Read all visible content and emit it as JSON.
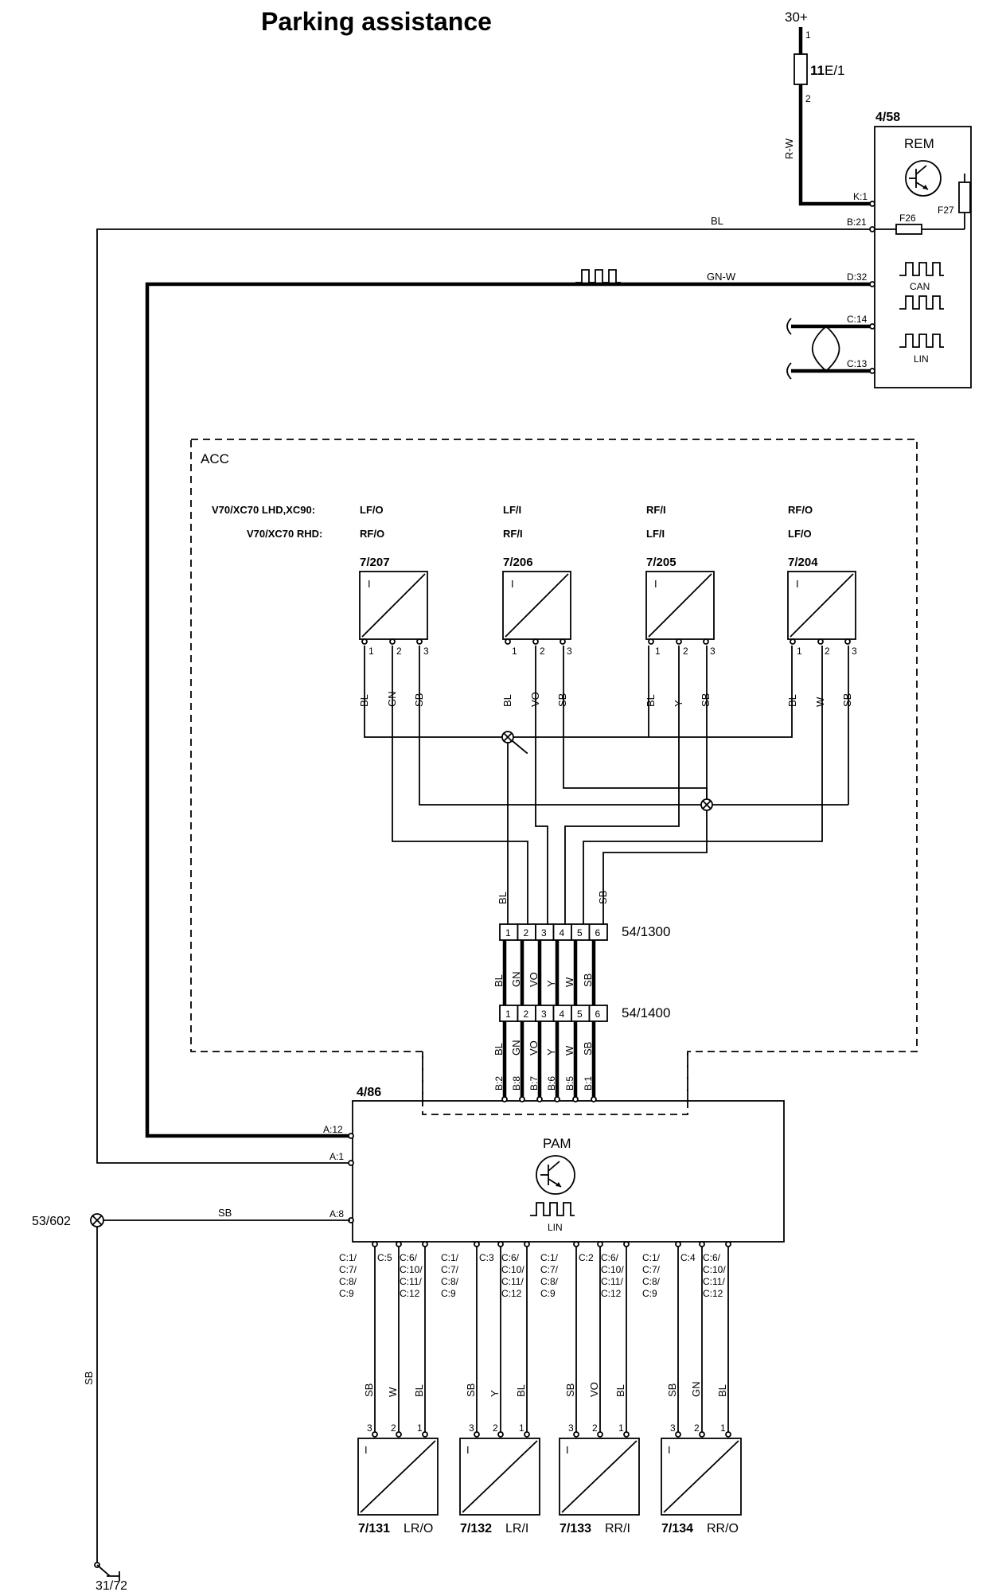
{
  "title": "Parking assistance",
  "supply": {
    "label": "30+",
    "fuse_label": "11",
    "fuse_suffix": "E/1",
    "pin1": "1",
    "pin2": "2",
    "wire": "R-W"
  },
  "rem": {
    "ref": "4/58",
    "name": "REM",
    "pins": {
      "k1": "K:1",
      "b21": "B:21",
      "d32": "D:32",
      "c14": "C:14",
      "c13": "C:13"
    },
    "f26": "F26",
    "f27": "F27",
    "can": "CAN",
    "lin": "LIN"
  },
  "wires_top": {
    "bl": "BL",
    "gnw": "GN-W"
  },
  "acc": {
    "label": "ACC",
    "row1_label": "V70/XC70 LHD,XC90:",
    "row2_label": "V70/XC70 RHD:",
    "sensors": [
      {
        "ref": "7/207",
        "row1": "LF/O",
        "row2": "RF/O",
        "colors": [
          "BL",
          "GN",
          "SB"
        ]
      },
      {
        "ref": "7/206",
        "row1": "LF/I",
        "row2": "RF/I",
        "colors": [
          "BL",
          "VO",
          "SB"
        ]
      },
      {
        "ref": "7/205",
        "row1": "RF/I",
        "row2": "LF/I",
        "colors": [
          "BL",
          "Y",
          "SB"
        ]
      },
      {
        "ref": "7/204",
        "row1": "RF/O",
        "row2": "LF/O",
        "colors": [
          "BL",
          "W",
          "SB"
        ]
      }
    ],
    "sensor_pins": [
      "1",
      "2",
      "3"
    ],
    "sensor_mark": "I"
  },
  "connectors": [
    {
      "ref": "54/1300",
      "pins": [
        "1",
        "2",
        "3",
        "4",
        "5",
        "6"
      ]
    },
    {
      "ref": "54/1400",
      "pins": [
        "1",
        "2",
        "3",
        "4",
        "5",
        "6"
      ]
    }
  ],
  "bus_colors": [
    "BL",
    "GN",
    "VO",
    "Y",
    "W",
    "SB"
  ],
  "above_1300": {
    "bl": "BL",
    "sb": "SB"
  },
  "pam": {
    "ref": "4/86",
    "name": "PAM",
    "lin": "LIN",
    "top_pins": [
      "B:2",
      "B:8",
      "B:7",
      "B:6",
      "B:5",
      "B:1"
    ],
    "left_pins": [
      "A:12",
      "A:1",
      "A:8"
    ],
    "bottom_pins": [
      [
        "C:1/",
        "C:7/",
        "C:8/",
        "C:9"
      ],
      [
        "C:5"
      ],
      [
        "C:6/",
        "C:10/",
        "C:11/",
        "C:12"
      ],
      [
        "C:1/",
        "C:7/",
        "C:8/",
        "C:9"
      ],
      [
        "C:3"
      ],
      [
        "C:6/",
        "C:10/",
        "C:11/",
        "C:12"
      ],
      [
        "C:1/",
        "C:7/",
        "C:8/",
        "C:9"
      ],
      [
        "C:2"
      ],
      [
        "C:6/",
        "C:10/",
        "C:11/",
        "C:12"
      ],
      [
        "C:1/",
        "C:7/",
        "C:8/",
        "C:9"
      ],
      [
        "C:4"
      ],
      [
        "C:6/",
        "C:10/",
        "C:11/",
        "C:12"
      ]
    ]
  },
  "ground": {
    "junction": "53/602",
    "ground": "31/72",
    "wire": "SB"
  },
  "rear_sensors": [
    {
      "ref": "7/131",
      "pos": "LR/O",
      "colors": [
        "SB",
        "W",
        "BL"
      ]
    },
    {
      "ref": "7/132",
      "pos": "LR/I",
      "colors": [
        "SB",
        "Y",
        "BL"
      ]
    },
    {
      "ref": "7/133",
      "pos": "RR/I",
      "colors": [
        "SB",
        "VO",
        "BL"
      ]
    },
    {
      "ref": "7/134",
      "pos": "RR/O",
      "colors": [
        "SB",
        "GN",
        "BL"
      ]
    }
  ],
  "rear_pins": [
    "3",
    "2",
    "1"
  ]
}
